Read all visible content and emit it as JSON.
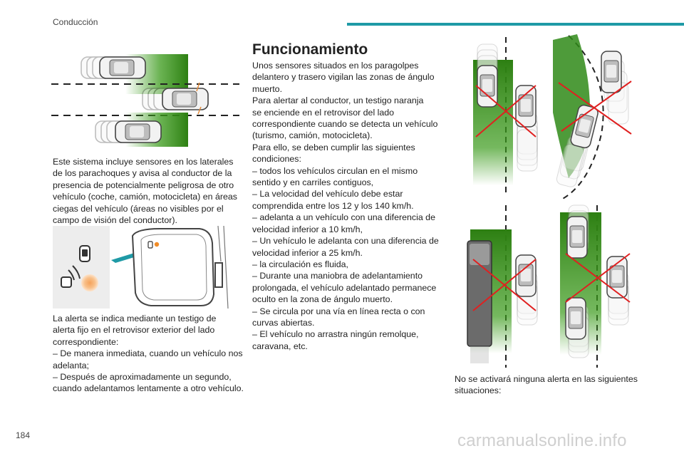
{
  "header": {
    "section": "Conducción"
  },
  "col1": {
    "para1": [
      "Este sistema incluye sensores en los laterales",
      "de los parachoques y avisa al conductor de la",
      "presencia de potencialmente peligrosa de otro",
      "vehículo (coche, camión, motocicleta) en áreas",
      "ciegas del vehículo (áreas no visibles por el",
      "campo de visión del conductor)."
    ],
    "para2": [
      "La alerta se indica mediante un testigo de",
      "alerta fijo en el retrovisor exterior del lado",
      "correspondiente:",
      "–  De manera inmediata, cuando un vehículo nos",
      "adelanta;",
      "–  Después de aproximadamente un segundo,",
      "cuando adelantamos lentamente a otro vehículo."
    ]
  },
  "col2": {
    "heading": "Funcionamiento",
    "lines": [
      "Unos sensores situados en los paragolpes",
      "delantero y trasero vigilan las zonas de ángulo",
      "muerto.",
      "Para alertar al conductor, un testigo naranja",
      "se enciende en el retrovisor del lado",
      "correspondiente cuando se detecta un vehículo",
      "(turismo, camión, motocicleta).",
      "Para ello, se deben cumplir las siguientes",
      "condiciones:",
      "–  todos los vehículos circulan en el mismo",
      "sentido y en carriles contiguos,",
      "–  La velocidad del vehículo debe estar",
      "comprendida entre los 12 y los 140 km/h.",
      "–  adelanta a un vehículo con una diferencia de",
      "velocidad inferior a 10 km/h,",
      "–  Un vehículo le adelanta con una diferencia de",
      "velocidad inferior a 25 km/h.",
      "–  la circulación es fluida,",
      "–  Durante una maniobra de adelantamiento",
      "prolongada, el vehículo adelantado permanece",
      "oculto en la zona de ángulo muerto.",
      "–  Se circula por una vía en línea recta o con",
      "curvas abiertas.",
      "–  El vehículo no arrastra ningún remolque,",
      "caravana, etc."
    ]
  },
  "col3": {
    "para": [
      "No se activará ninguna alerta en las siguientes",
      "situaciones:"
    ]
  },
  "footer": {
    "page_number": "184",
    "watermark": "carmanualsonline.info"
  },
  "colors": {
    "accent": "#1f9aa6",
    "zone_green": "#3a9a1a",
    "alert_orange": "#f5a25a",
    "cross_red": "#e02020"
  }
}
